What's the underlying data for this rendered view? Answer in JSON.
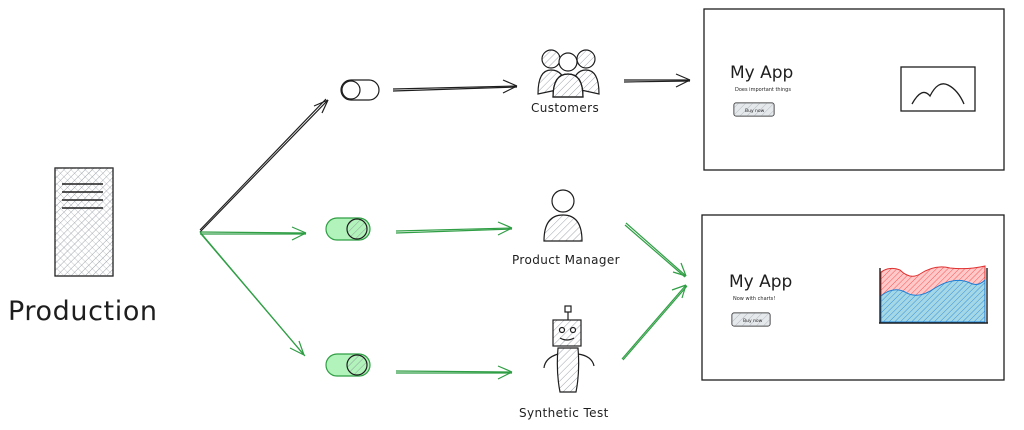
{
  "production": {
    "label": "Production"
  },
  "audiences": {
    "customers": {
      "label": "Customers"
    },
    "product_manager": {
      "label": "Product Manager"
    },
    "synthetic_test": {
      "label": "Synthetic Test"
    }
  },
  "app_old": {
    "title": "My App",
    "subtitle": "Does important things",
    "button": "Buy now"
  },
  "app_new": {
    "title": "My App",
    "subtitle": "Now with charts!",
    "button": "Buy now"
  },
  "colors": {
    "ink": "#1e1e1e",
    "green": "#2f9e44",
    "green_fill": "#b2f2bb",
    "hatch": "#868e96",
    "chart_red": "#ff8787",
    "chart_teal": "#66c2d0",
    "button_fill": "#ced4da"
  },
  "toggles": [
    {
      "state": "off"
    },
    {
      "state": "on"
    },
    {
      "state": "on"
    }
  ]
}
